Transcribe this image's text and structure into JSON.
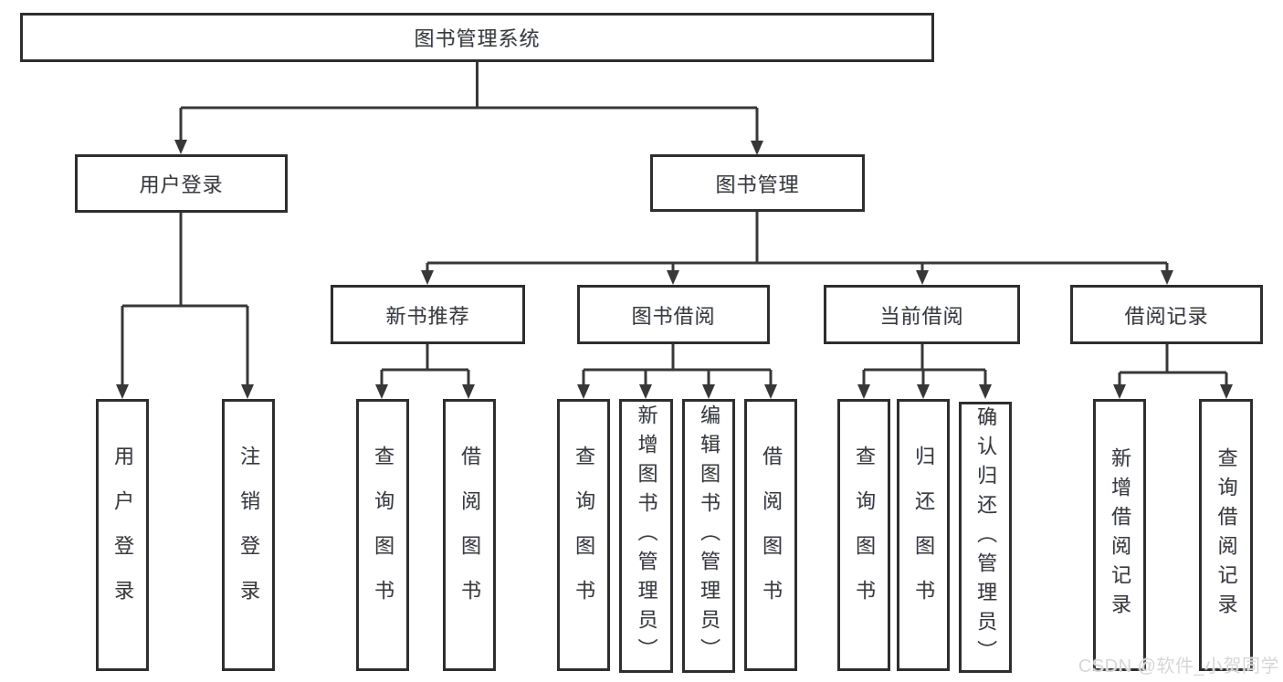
{
  "diagram": {
    "root": "图书管理系统",
    "level2": [
      "用户登录",
      "图书管理"
    ],
    "level3": [
      "新书推荐",
      "图书借阅",
      "当前借阅",
      "借阅记录"
    ],
    "leaves": [
      "用户登录",
      "注销登录",
      "查询图书",
      "借阅图书",
      "查询图书",
      "新增图书（管理员）",
      "编辑图书（管理员）",
      "借阅图书",
      "查询图书",
      "归还图书",
      "确认归还（管理员）",
      "新增借阅记录",
      "查询借阅记录"
    ],
    "hierarchy": {
      "图书管理系统": {
        "用户登录": [
          "用户登录",
          "注销登录"
        ],
        "图书管理": {
          "新书推荐": [
            "查询图书",
            "借阅图书"
          ],
          "图书借阅": [
            "查询图书",
            "新增图书（管理员）",
            "编辑图书（管理员）",
            "借阅图书"
          ],
          "当前借阅": [
            "查询图书",
            "归还图书",
            "确认归还（管理员）"
          ],
          "借阅记录": [
            "新增借阅记录",
            "查询借阅记录"
          ]
        }
      }
    }
  },
  "watermark": "CSDN @软件_小贺同学",
  "colors": {
    "background": "#ffffff",
    "box_border": "#2e2e2e",
    "line": "#383838",
    "text": "#3a3a3a",
    "watermark": "#d7d7d7"
  }
}
